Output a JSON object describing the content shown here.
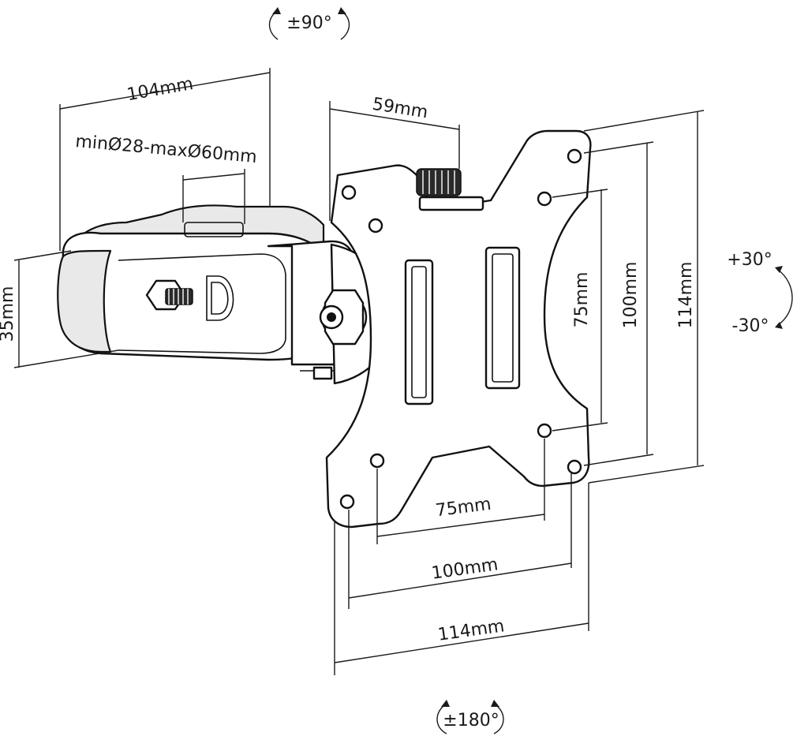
{
  "rotation": {
    "swivel": "±90°",
    "tilt_up": "+30°",
    "tilt_down": "-30°",
    "rotate": "±180°"
  },
  "dimensions": {
    "arm_length": "104mm",
    "pole_diameter": "minØ28-maxØ60mm",
    "clamp_height": "35mm",
    "knob_offset": "59mm",
    "vesa_75_h": "75mm",
    "vesa_100_h": "100mm",
    "plate_114_h": "114mm",
    "vesa_75_w": "75mm",
    "vesa_100_w": "100mm",
    "plate_114_w": "114mm"
  }
}
